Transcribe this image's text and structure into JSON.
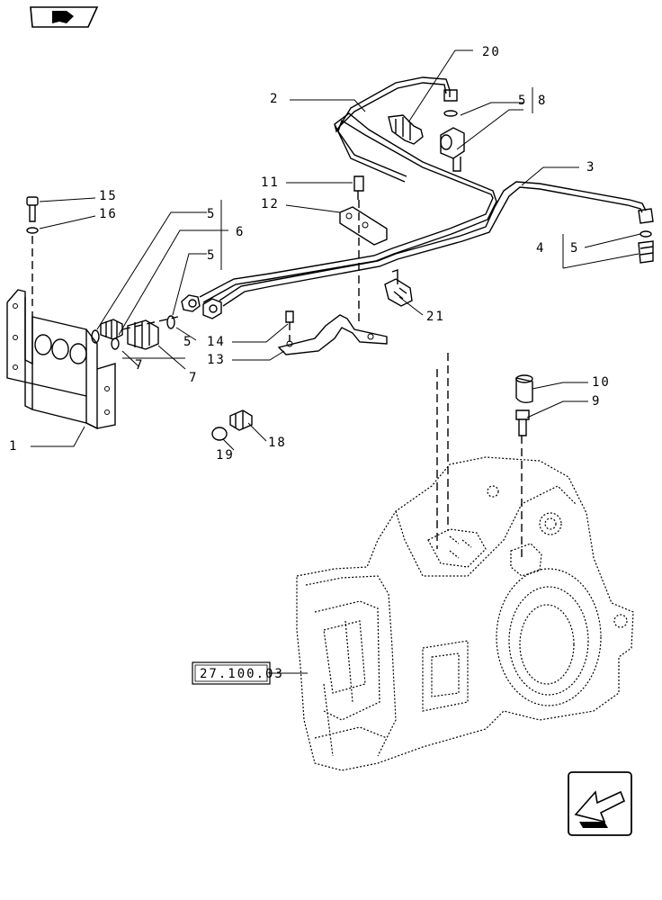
{
  "header": {
    "book_icon": "open-book-icon"
  },
  "footer": {
    "nav_icon": "arrow-previous-page-icon"
  },
  "reference_box": {
    "text": "27.100.03"
  },
  "callouts": [
    {
      "id": "c1",
      "text": "1"
    },
    {
      "id": "c2",
      "text": "2"
    },
    {
      "id": "c3",
      "text": "3"
    },
    {
      "id": "c4",
      "text": "4"
    },
    {
      "id": "c5a",
      "text": "5"
    },
    {
      "id": "c5b",
      "text": "5"
    },
    {
      "id": "c5c",
      "text": "5"
    },
    {
      "id": "c5d",
      "text": "5"
    },
    {
      "id": "c5e",
      "text": "5"
    },
    {
      "id": "c6",
      "text": "6"
    },
    {
      "id": "c7a",
      "text": "7"
    },
    {
      "id": "c7b",
      "text": "7"
    },
    {
      "id": "c8",
      "text": "8"
    },
    {
      "id": "c9",
      "text": "9"
    },
    {
      "id": "c10",
      "text": "10"
    },
    {
      "id": "c11",
      "text": "11"
    },
    {
      "id": "c12",
      "text": "12"
    },
    {
      "id": "c13",
      "text": "13"
    },
    {
      "id": "c14",
      "text": "14"
    },
    {
      "id": "c15",
      "text": "15"
    },
    {
      "id": "c16",
      "text": "16"
    },
    {
      "id": "c18",
      "text": "18"
    },
    {
      "id": "c19",
      "text": "19"
    },
    {
      "id": "c20",
      "text": "20"
    },
    {
      "id": "c21",
      "text": "21"
    }
  ]
}
